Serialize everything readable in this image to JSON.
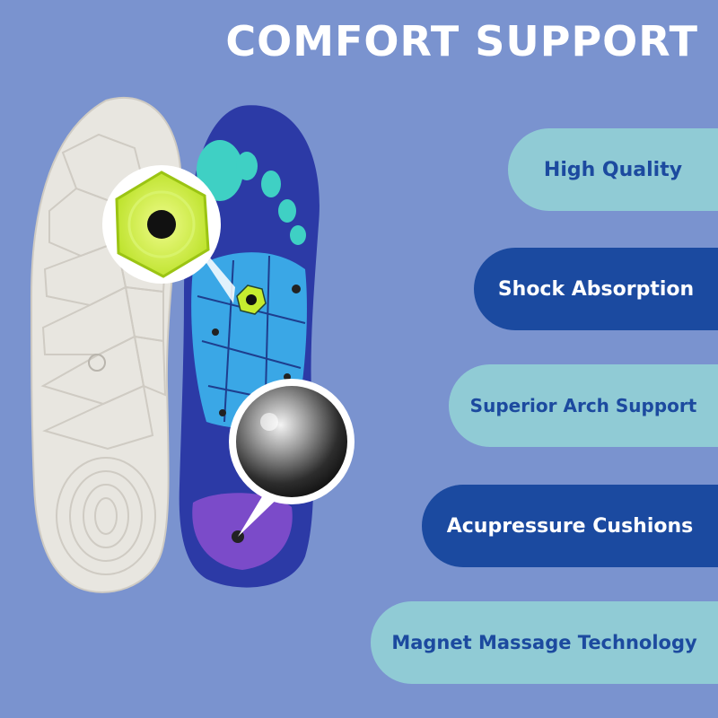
{
  "headline": "COMFORT SUPPORT",
  "features": [
    {
      "label": "High Quality",
      "style": "light"
    },
    {
      "label": "Shock Absorption",
      "style": "dark"
    },
    {
      "label": "Superior Arch Support",
      "style": "light"
    },
    {
      "label": "Acupressure Cushions",
      "style": "dark"
    },
    {
      "label": "Magnet Massage Technology",
      "style": "light"
    }
  ],
  "colors": {
    "background": "#7a93cf",
    "light_pill": "#90cbd5",
    "dark_pill": "#1b4aa0",
    "insole_base": "#2a3aa8",
    "toe_pads": "#3fd0c4",
    "massage_zone": "#3aa7e6",
    "heel_pad": "#7b4bc9",
    "magnet_ring": "#c6ec2f"
  },
  "illustration": {
    "left_insole": "white-textured-underside-icon",
    "right_insole": "blue-acupressure-insole-icon",
    "callout_top": "magnet-closeup-icon",
    "callout_bottom": "steel-ball-closeup-icon"
  }
}
